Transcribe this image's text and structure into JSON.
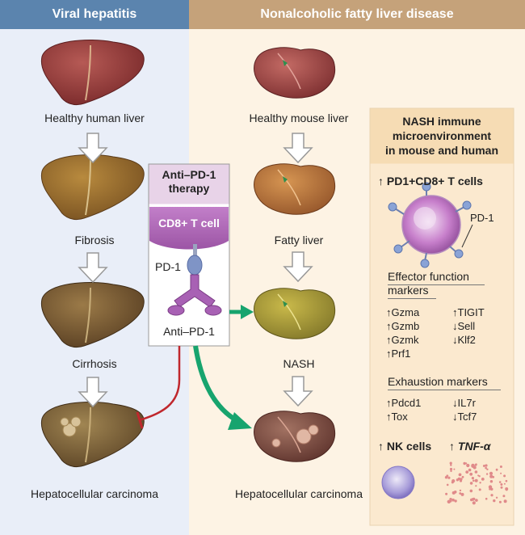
{
  "headers": {
    "left": "Viral hepatitis",
    "right": "Nonalcoholic fatty liver disease"
  },
  "left_column": {
    "stages": [
      "Healthy human liver",
      "Fibrosis",
      "Cirrhosis",
      "Hepatocellular carcinoma"
    ]
  },
  "right_column": {
    "stages": [
      "Healthy mouse liver",
      "Fatty liver",
      "NASH",
      "Hepatocellular carcinoma"
    ]
  },
  "therapy": {
    "title_line1": "Anti–PD-1",
    "title_line2": "therapy",
    "cell_label": "CD8+ T cell",
    "receptor_label": "PD-1",
    "antibody_label": "Anti–PD-1"
  },
  "sidebar": {
    "title_line1": "NASH immune",
    "title_line2": "microenvironment",
    "title_line3": "in mouse and human",
    "cd8_heading": "PD1+CD8+ T cells",
    "pd1_callout": "PD-1",
    "effector_line1": "Effector function",
    "effector_line2": "markers",
    "effector_left": [
      "↑Gzma",
      "↑Gzmb",
      "↑Gzmk",
      "↑Prf1"
    ],
    "effector_right": [
      "↑TIGIT",
      "↓Sell",
      "↓Klf2"
    ],
    "exhaustion_title": "Exhaustion markers",
    "exhaustion_left": [
      "↑Pdcd1",
      "↑Tox"
    ],
    "exhaustion_right": [
      "↓IL7r",
      "↓Tcf7"
    ],
    "nk_heading": "NK cells",
    "tnf_heading": "TNF-α",
    "up_arrow": "↑"
  },
  "colors": {
    "left_header": "#5b84ae",
    "right_header": "#c5a27a",
    "left_bg": "#e9eef8",
    "right_bg": "#fdf3e4",
    "sidebar_bg": "#fbe9cf",
    "therapy_header": "#e8d3e8",
    "inhibit_line": "#c0272d",
    "promote_arrow": "#17a46e"
  }
}
